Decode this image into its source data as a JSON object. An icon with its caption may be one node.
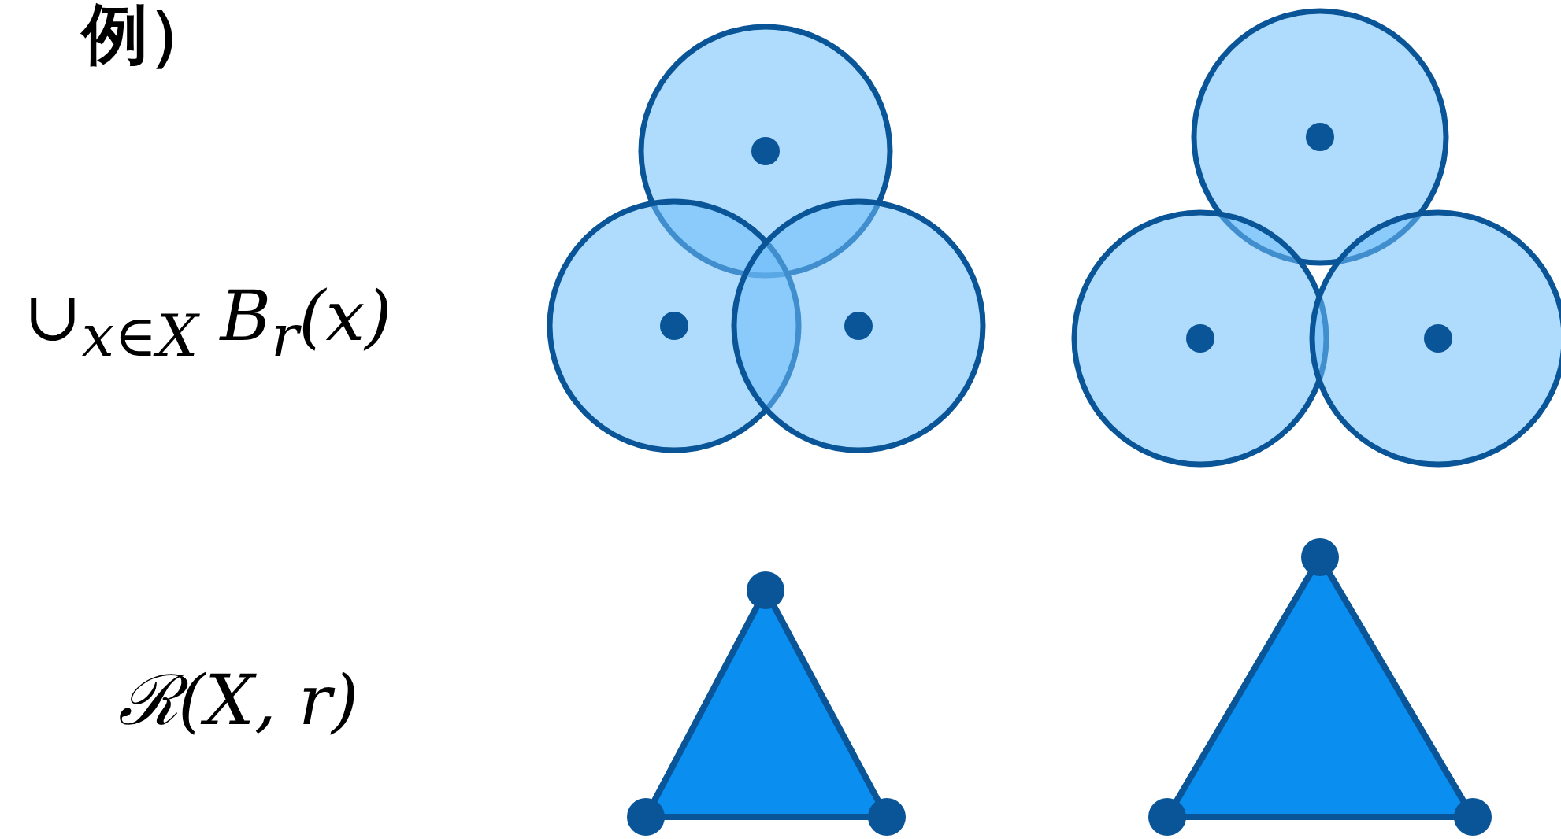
{
  "diagram": {
    "title": "例）",
    "labels": [
      "∪$_{x∈X}$ B$_{r}$(x)",
      "ℛ(X, r)"
    ]
  }
}
